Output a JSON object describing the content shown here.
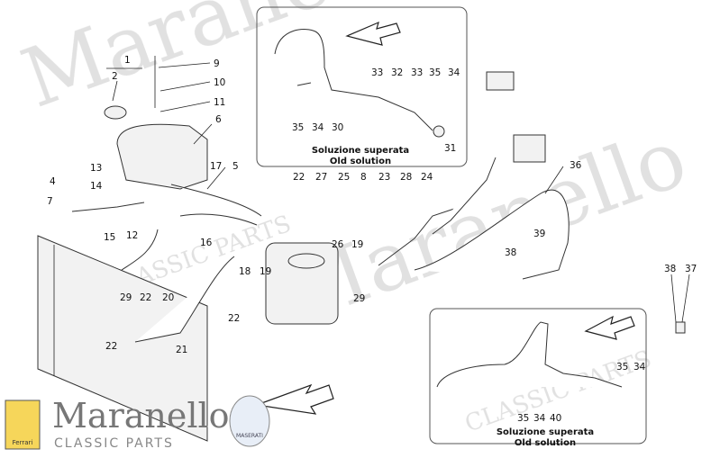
{
  "watermark": {
    "text": "Maranello",
    "sub": "CLASSIC PARTS"
  },
  "brand": {
    "name": "Maranello",
    "subtitle": "CLASSIC PARTS",
    "shield_text": "Ferrari",
    "badge_text": "MASERATI"
  },
  "insets": [
    {
      "caption_line1": "Soluzione superata",
      "caption_line2": "Old solution"
    },
    {
      "caption_line1": "Soluzione superata",
      "caption_line2": "Old solution"
    }
  ],
  "callouts": [
    {
      "label": "1"
    },
    {
      "label": "2"
    },
    {
      "label": "9"
    },
    {
      "label": "10"
    },
    {
      "label": "11"
    },
    {
      "label": "6"
    },
    {
      "label": "4"
    },
    {
      "label": "7"
    },
    {
      "label": "13"
    },
    {
      "label": "14"
    },
    {
      "label": "15"
    },
    {
      "label": "12"
    },
    {
      "label": "17"
    },
    {
      "label": "5"
    },
    {
      "label": "16"
    },
    {
      "label": "29"
    },
    {
      "label": "22"
    },
    {
      "label": "20"
    },
    {
      "label": "22"
    },
    {
      "label": "22"
    },
    {
      "label": "21"
    },
    {
      "label": "18"
    },
    {
      "label": "19"
    },
    {
      "label": "22"
    },
    {
      "label": "27"
    },
    {
      "label": "25"
    },
    {
      "label": "8"
    },
    {
      "label": "26"
    },
    {
      "label": "19"
    },
    {
      "label": "29"
    },
    {
      "label": "23"
    },
    {
      "label": "28"
    },
    {
      "label": "24"
    },
    {
      "label": "36"
    },
    {
      "label": "39"
    },
    {
      "label": "38"
    },
    {
      "label": "38"
    },
    {
      "label": "37"
    },
    {
      "label": "33"
    },
    {
      "label": "32"
    },
    {
      "label": "33"
    },
    {
      "label": "35"
    },
    {
      "label": "34"
    },
    {
      "label": "35"
    },
    {
      "label": "34"
    },
    {
      "label": "30"
    },
    {
      "label": "31"
    },
    {
      "label": "35"
    },
    {
      "label": "34"
    },
    {
      "label": "35"
    },
    {
      "label": "34"
    },
    {
      "label": "40"
    }
  ]
}
